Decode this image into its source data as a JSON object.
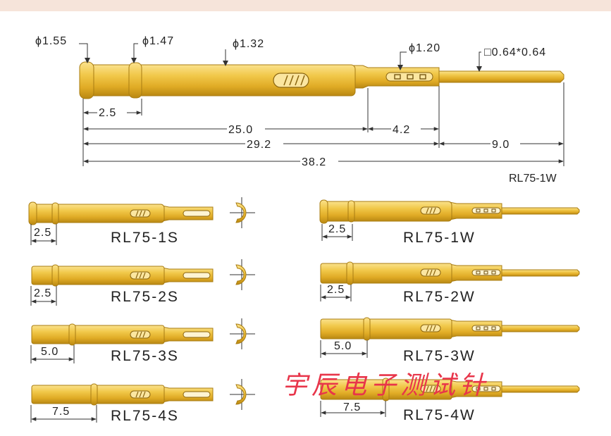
{
  "colors": {
    "gold": "#e4b32c",
    "gold_dark": "#b98813",
    "gold_light": "#fbe28d",
    "line": "#333333",
    "watermark": "#e8354a"
  },
  "main_drawing": {
    "model": "RL75-1W",
    "diameters": [
      "ϕ1.55",
      "ϕ1.47",
      "ϕ1.32",
      "ϕ1.20"
    ],
    "square": "□0.64*0.64",
    "dims": [
      "2.5",
      "25.0",
      "4.2",
      "29.2",
      "9.0",
      "38.2"
    ]
  },
  "variants_s": [
    {
      "model": "RL75-1S",
      "dim": "2.5"
    },
    {
      "model": "RL75-2S",
      "dim": "2.5"
    },
    {
      "model": "RL75-3S",
      "dim": "5.0"
    },
    {
      "model": "RL75-4S",
      "dim": "7.5"
    }
  ],
  "variants_w": [
    {
      "model": "RL75-1W",
      "dim": "2.5"
    },
    {
      "model": "RL75-2W",
      "dim": "2.5"
    },
    {
      "model": "RL75-3W",
      "dim": "5.0"
    },
    {
      "model": "RL75-4W",
      "dim": "7.5"
    }
  ],
  "watermark": "宇辰电子测试针"
}
